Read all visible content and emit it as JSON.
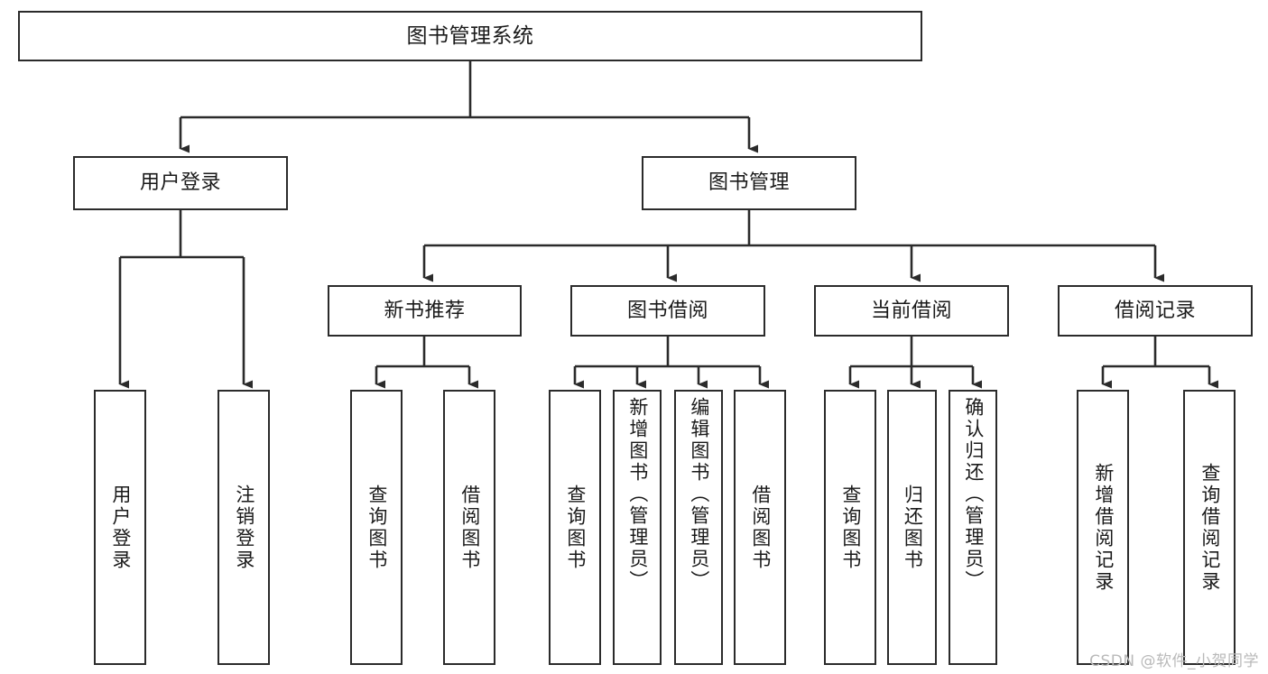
{
  "diagram": {
    "type": "tree",
    "title": "图书管理系统",
    "orientation": "top-down",
    "edge_style": "orthogonal-arrow",
    "colors": {
      "box_border": "#2b2b2b",
      "box_fill": "#ffffff",
      "line": "#2b2b2b",
      "text": "#1a1a1a",
      "watermark": "#b9b9b9"
    },
    "levels": [
      {
        "level": 1,
        "nodes": [
          {
            "id": "root",
            "label": "图书管理系统",
            "text_orientation": "horizontal"
          }
        ]
      },
      {
        "level": 2,
        "nodes": [
          {
            "id": "login",
            "label": "用户登录",
            "parent": "root",
            "text_orientation": "horizontal"
          },
          {
            "id": "bookmgmt",
            "label": "图书管理",
            "parent": "root",
            "text_orientation": "horizontal"
          }
        ]
      },
      {
        "level": 3,
        "nodes": [
          {
            "id": "newbook",
            "label": "新书推荐",
            "parent": "bookmgmt",
            "text_orientation": "horizontal"
          },
          {
            "id": "borrow",
            "label": "图书借阅",
            "parent": "bookmgmt",
            "text_orientation": "horizontal"
          },
          {
            "id": "current",
            "label": "当前借阅",
            "parent": "bookmgmt",
            "text_orientation": "horizontal"
          },
          {
            "id": "record",
            "label": "借阅记录",
            "parent": "bookmgmt",
            "text_orientation": "horizontal"
          }
        ]
      },
      {
        "level": 4,
        "nodes": [
          {
            "id": "leaf1",
            "label": "用户登录",
            "parent": "login",
            "text_orientation": "vertical",
            "text_align": "middle"
          },
          {
            "id": "leaf2",
            "label": "注销登录",
            "parent": "login",
            "text_orientation": "vertical",
            "text_align": "middle"
          },
          {
            "id": "leaf3",
            "label": "查询图书",
            "parent": "newbook",
            "text_orientation": "vertical",
            "text_align": "middle"
          },
          {
            "id": "leaf4",
            "label": "借阅图书",
            "parent": "newbook",
            "text_orientation": "vertical",
            "text_align": "middle"
          },
          {
            "id": "leaf5",
            "label": "查询图书",
            "parent": "borrow",
            "text_orientation": "vertical",
            "text_align": "middle"
          },
          {
            "id": "leaf6",
            "label": "新增图书（管理员）",
            "parent": "borrow",
            "text_orientation": "vertical",
            "text_align": "top"
          },
          {
            "id": "leaf7",
            "label": "编辑图书（管理员）",
            "parent": "borrow",
            "text_orientation": "vertical",
            "text_align": "top"
          },
          {
            "id": "leaf8",
            "label": "借阅图书",
            "parent": "borrow",
            "text_orientation": "vertical",
            "text_align": "middle"
          },
          {
            "id": "leaf9",
            "label": "查询图书",
            "parent": "current",
            "text_orientation": "vertical",
            "text_align": "middle"
          },
          {
            "id": "leaf10",
            "label": "归还图书",
            "parent": "current",
            "text_orientation": "vertical",
            "text_align": "middle"
          },
          {
            "id": "leaf11",
            "label": "确认归还（管理员）",
            "parent": "current",
            "text_orientation": "vertical",
            "text_align": "top"
          },
          {
            "id": "leaf12",
            "label": "新增借阅记录",
            "parent": "record",
            "text_orientation": "vertical",
            "text_align": "middle"
          },
          {
            "id": "leaf13",
            "label": "查询借阅记录",
            "parent": "record",
            "text_orientation": "vertical",
            "text_align": "middle"
          }
        ]
      }
    ],
    "watermark": "CSDN @软件_小贺同学"
  }
}
